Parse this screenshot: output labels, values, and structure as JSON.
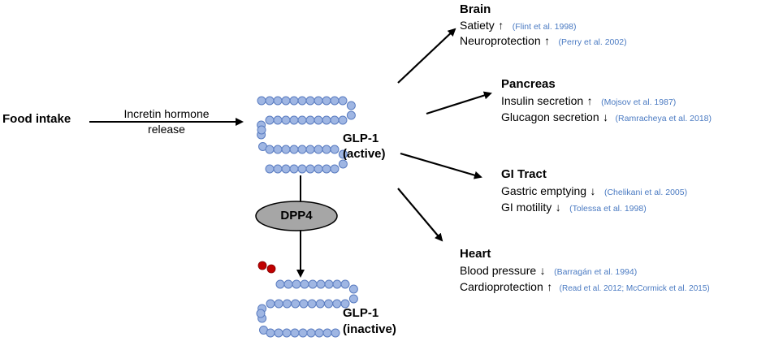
{
  "colors": {
    "bead_fill": "#9fb6e3",
    "bead_stroke": "#5a7cc0",
    "dpp4_fill": "#a6a6a6",
    "fragment": "#c00000",
    "reference": "#4a7ac2"
  },
  "food_intake": "Food intake",
  "incretin": {
    "line1": "Incretin hormone",
    "line2": "release"
  },
  "glp_active": {
    "line1": "GLP-1",
    "line2": "(active)"
  },
  "glp_inactive": {
    "line1": "GLP-1",
    "line2": "(inactive)"
  },
  "dpp4": "DPP4",
  "targets": [
    {
      "organ": "Brain",
      "effects": [
        {
          "label": "Satiety",
          "arrow": "↑",
          "ref": "(Flint et al. 1998)"
        },
        {
          "label": "Neuroprotection",
          "arrow": "↑",
          "ref": "(Perry et al. 2002)"
        }
      ]
    },
    {
      "organ": "Pancreas",
      "effects": [
        {
          "label": "Insulin secretion",
          "arrow": "↑",
          "ref": "(Mojsov et al. 1987)"
        },
        {
          "label": "Glucagon secretion",
          "arrow": "↓",
          "ref": "(Ramracheya et al. 2018)"
        }
      ]
    },
    {
      "organ": "GI Tract",
      "effects": [
        {
          "label": "Gastric emptying",
          "arrow": "↓",
          "ref": "(Chelikani et al. 2005)"
        },
        {
          "label": "GI motility",
          "arrow": "↓",
          "ref": "(Tolessa et al. 1998)"
        }
      ]
    },
    {
      "organ": "Heart",
      "effects": [
        {
          "label": "Blood pressure",
          "arrow": "↓",
          "ref": "(Barragán et al. 1994)"
        },
        {
          "label": "Cardioprotection",
          "arrow": "↑",
          "ref": "(Read et al. 2012; McCormick et al. 2015)"
        }
      ]
    }
  ]
}
